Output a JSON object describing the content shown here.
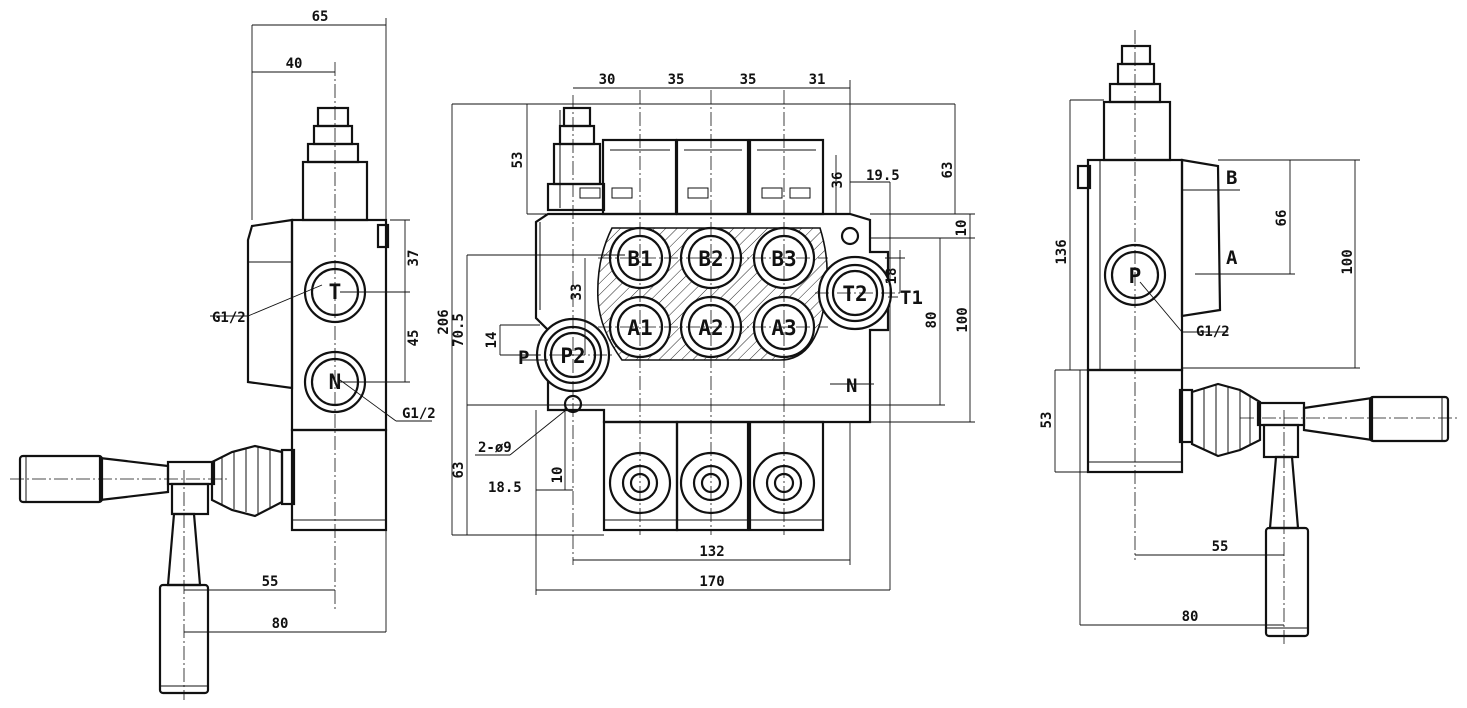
{
  "ports": {
    "b1": "B1",
    "b2": "B2",
    "b3": "B3",
    "a1": "A1",
    "a2": "A2",
    "a3": "A3",
    "p2": "P2",
    "t2": "T2",
    "t_side": "T",
    "n_side": "N",
    "p_side": "P"
  },
  "labels": {
    "p": "P",
    "t1": "T1",
    "n": "N",
    "b": "B",
    "a": "A",
    "g_half_1": "G1/2",
    "g_half_2": "G1/2",
    "g_half_3": "G1/2",
    "holes": "2-ø9"
  },
  "dims": {
    "left_65": "65",
    "left_40": "40",
    "left_37": "37",
    "left_45": "45",
    "left_55": "55",
    "left_80": "80",
    "front_30": "30",
    "front_35a": "35",
    "front_35b": "35",
    "front_31": "31",
    "front_53": "53",
    "front_36": "36",
    "front_19_5": "19.5",
    "front_63_top": "63",
    "front_10_right": "10",
    "front_18": "18",
    "front_80": "80",
    "front_100": "100",
    "front_206": "206",
    "front_70_5": "70.5",
    "front_33": "33",
    "front_14": "14",
    "front_10_bottom": "10",
    "front_63_left": "63",
    "front_18_5": "18.5",
    "front_132": "132",
    "front_170": "170",
    "right_136": "136",
    "right_66": "66",
    "right_100": "100",
    "right_53": "53",
    "right_55": "55",
    "right_80": "80"
  }
}
